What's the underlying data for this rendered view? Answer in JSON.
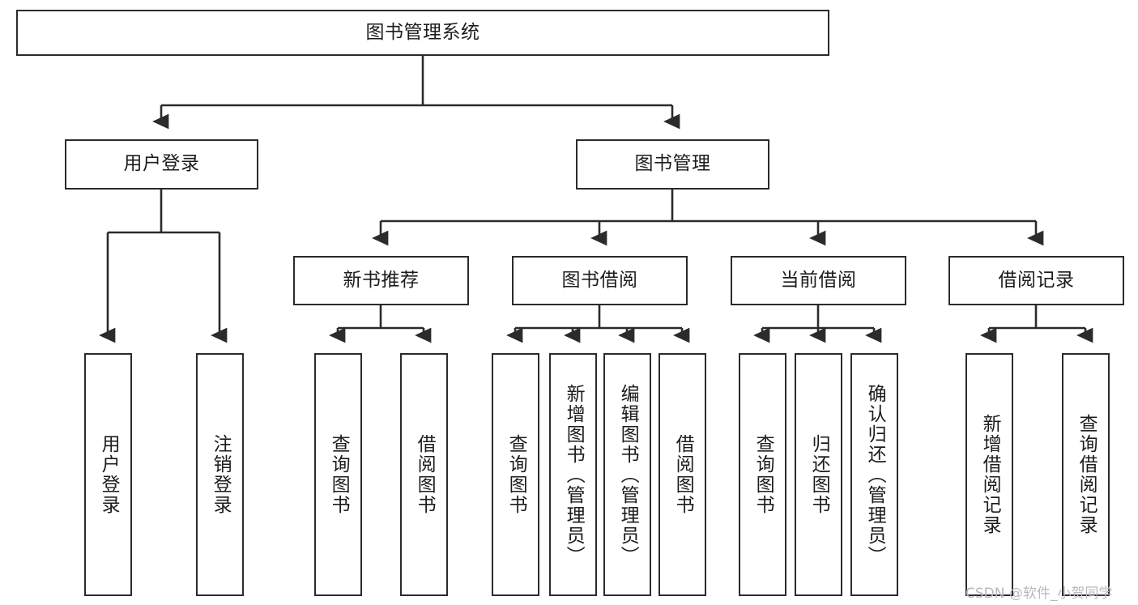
{
  "diagram": {
    "title": "图书管理系统",
    "type": "tree-hierarchy-diagram",
    "background_color": "#ffffff",
    "line_color": "#2b2b2b",
    "text_color": "#1c1c1c",
    "nodes": {
      "root": {
        "label": "图书管理系统",
        "orientation": "horizontal"
      },
      "level2": [
        {
          "id": "user-login",
          "label": "用户登录",
          "orientation": "horizontal"
        },
        {
          "id": "book-management",
          "label": "图书管理",
          "orientation": "horizontal"
        }
      ],
      "level3": [
        {
          "id": "new-book-recommend",
          "label": "新书推荐",
          "orientation": "horizontal"
        },
        {
          "id": "book-borrow",
          "label": "图书借阅",
          "orientation": "horizontal"
        },
        {
          "id": "current-borrow",
          "label": "当前借阅",
          "orientation": "horizontal"
        },
        {
          "id": "borrow-record",
          "label": "借阅记录",
          "orientation": "horizontal"
        }
      ],
      "leaves": [
        {
          "id": "leaf-user-login",
          "label": "用户登录",
          "parent": "user-login",
          "orientation": "vertical"
        },
        {
          "id": "leaf-logout-login",
          "label": "注销登录",
          "parent": "user-login",
          "orientation": "vertical"
        },
        {
          "id": "leaf-query-book-1",
          "label": "查询图书",
          "parent": "new-book-recommend",
          "orientation": "vertical"
        },
        {
          "id": "leaf-borrow-book-1",
          "label": "借阅图书",
          "parent": "new-book-recommend",
          "orientation": "vertical"
        },
        {
          "id": "leaf-query-book-2",
          "label": "查询图书",
          "parent": "book-borrow",
          "orientation": "vertical"
        },
        {
          "id": "leaf-add-book",
          "label": "新增图书（管理员）",
          "parent": "book-borrow",
          "orientation": "vertical"
        },
        {
          "id": "leaf-edit-book",
          "label": "编辑图书（管理员）",
          "parent": "book-borrow",
          "orientation": "vertical"
        },
        {
          "id": "leaf-borrow-book-2",
          "label": "借阅图书",
          "parent": "book-borrow",
          "orientation": "vertical"
        },
        {
          "id": "leaf-query-book-3",
          "label": "查询图书",
          "parent": "current-borrow",
          "orientation": "vertical"
        },
        {
          "id": "leaf-return-book",
          "label": "归还图书",
          "parent": "current-borrow",
          "orientation": "vertical"
        },
        {
          "id": "leaf-confirm-return",
          "label": "确认归还（管理员）",
          "parent": "current-borrow",
          "orientation": "vertical"
        },
        {
          "id": "leaf-add-record",
          "label": "新增借阅记录",
          "parent": "borrow-record",
          "orientation": "vertical"
        },
        {
          "id": "leaf-query-record",
          "label": "查询借阅记录",
          "parent": "borrow-record",
          "orientation": "vertical"
        }
      ]
    }
  },
  "watermark": {
    "text": "CSDN @软件_小贺同学"
  }
}
